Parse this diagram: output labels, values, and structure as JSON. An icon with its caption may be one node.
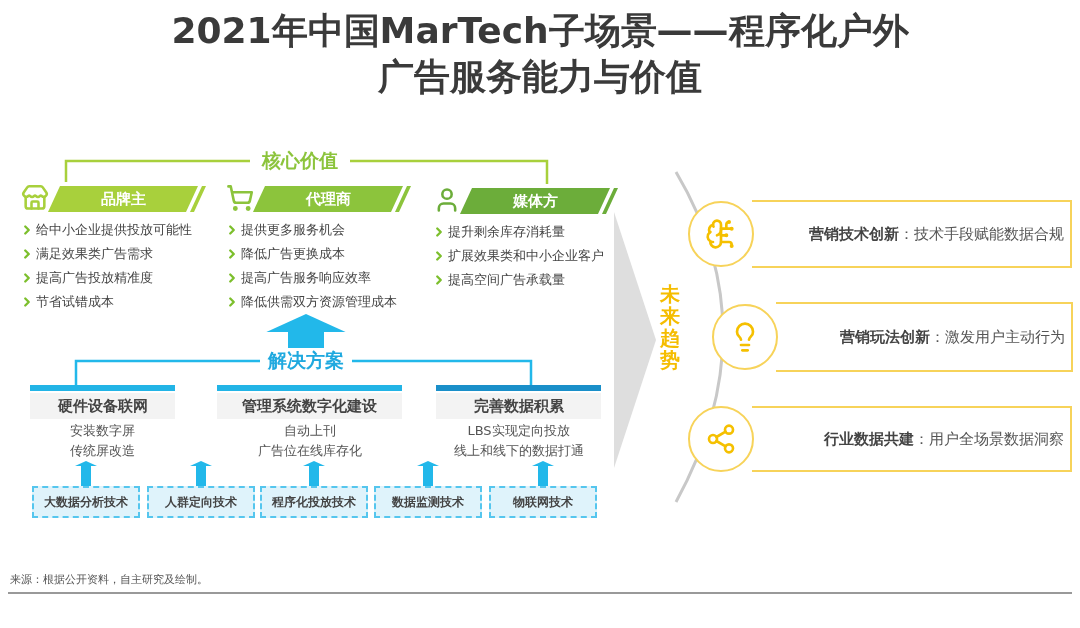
{
  "diagram": {
    "title": "2021年中国MarTech子场景——程序化户外广告服务能力与价值",
    "nodes": [
      {
        "text": [
          "核心价值"
        ]
      },
      {
        "text": [
          "品牌主",
          "给中小企业提供投放可能性",
          "满足效果类广告需求",
          "提高广告投放精准度",
          "节省试错成本"
        ]
      },
      {
        "text": [
          "代理商",
          "提供更多服务机会",
          "降低广告更换成本",
          "提高广告服务响应效率",
          "降低供需双方资源管理成本"
        ]
      },
      {
        "text": [
          "媒体方",
          "提升剩余库存消耗量",
          "扩展效果类和中小企业客户",
          "提高空间广告承载量"
        ]
      },
      {
        "text": [
          "解决方案"
        ]
      },
      {
        "text": [
          "硬件设备联网",
          "安装数字屏",
          "传统屏改造"
        ]
      },
      {
        "text": [
          "管理系统数字化建设",
          "自动上刊",
          "广告位在线库存化"
        ]
      },
      {
        "text": [
          "完善数据积累",
          "LBS实现定向投放",
          "线上和线下的数据打通"
        ]
      },
      {
        "text": [
          "大数据分析技术"
        ]
      },
      {
        "text": [
          "人群定向技术"
        ]
      },
      {
        "text": [
          "程序化投放技术"
        ]
      },
      {
        "text": [
          "数据监测技术"
        ]
      },
      {
        "text": [
          "物联网技术"
        ]
      },
      {
        "text": [],
        "shape": "chevron"
      },
      {
        "text": [
          "未来趋势"
        ]
      },
      {
        "text": [
          "**营销技术创新**：技术手段赋能数据合规"
        ]
      },
      {
        "text": [
          "**营销玩法创新**：激发用户主动行为"
        ]
      },
      {
        "text": [
          "**行业数据共建**：用户全场景数据洞察"
        ]
      }
    ],
    "edges": [
      {
        "from": 4,
        "to": 2,
        "arrow": "to",
        "style": "thick"
      },
      {
        "from": 8,
        "to": 5,
        "arrow": "to"
      },
      {
        "from": 9,
        "to": 6,
        "arrow": "to"
      },
      {
        "from": 10,
        "to": 6,
        "arrow": "to"
      },
      {
        "from": 11,
        "to": 7,
        "arrow": "to"
      },
      {
        "from": 12,
        "to": 7,
        "arrow": "to"
      },
      {
        "from": 0,
        "to": 1,
        "arrow": "none",
        "color": "#a8d03c"
      },
      {
        "from": 0,
        "to": 3,
        "arrow": "none",
        "color": "#a8d03c"
      },
      {
        "from": 4,
        "to": 5,
        "arrow": "none"
      },
      {
        "from": 4,
        "to": 7,
        "arrow": "none"
      }
    ],
    "labels": [
      "来源：根据公开资料，自主研究及绘制。"
    ]
  }
}
